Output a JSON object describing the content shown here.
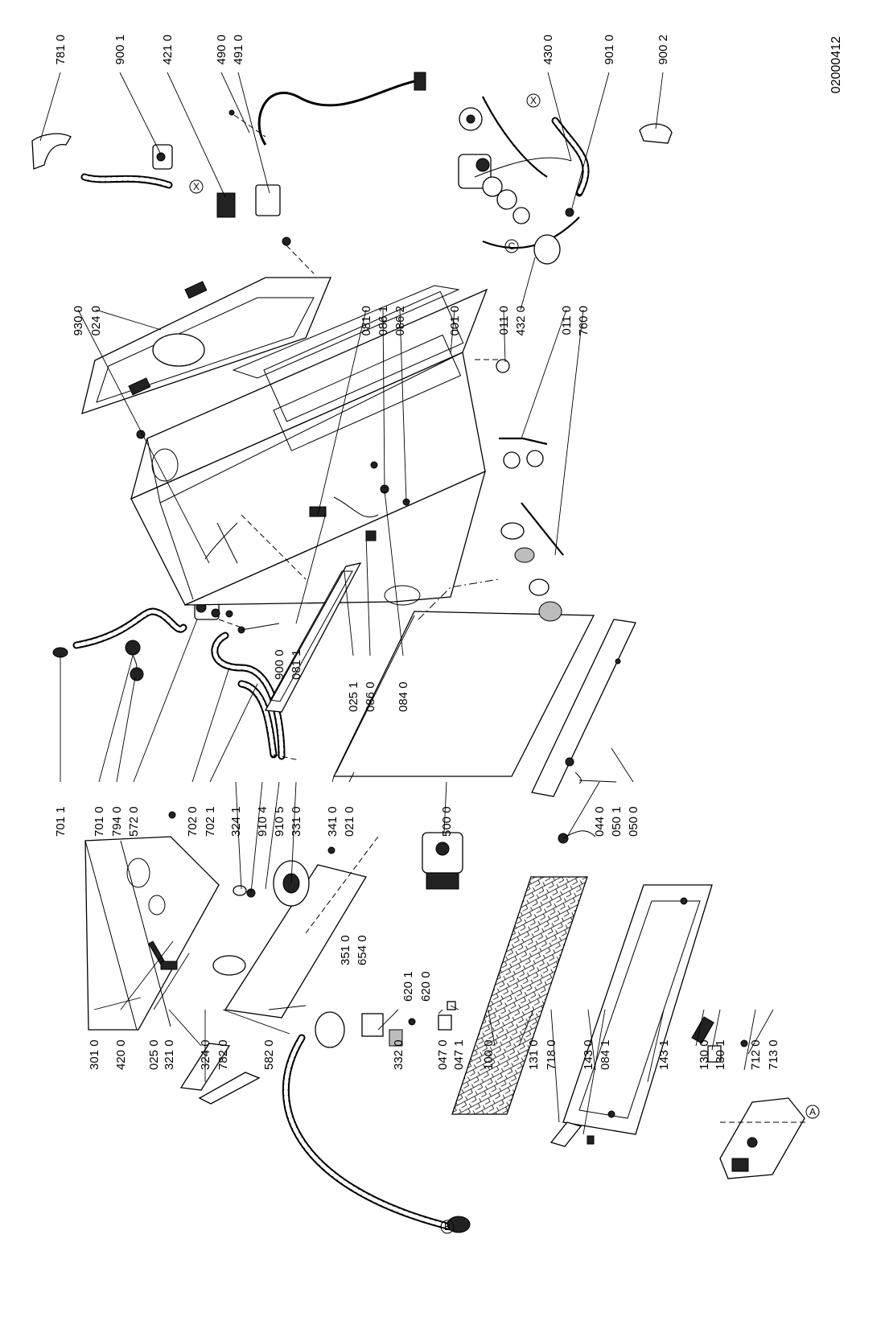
{
  "document_id": "02000412",
  "callout_markers": [
    "A",
    "B",
    "C",
    "X",
    "X"
  ],
  "part_numbers": {
    "left_column": [
      "301 0",
      "420 0",
      "025 0",
      "321 0",
      "324 0",
      "782 0",
      "582 0",
      "332 0",
      "047 0",
      "047 1",
      "100 0",
      "131 0",
      "718 0",
      "143 0",
      "084 1",
      "143 1",
      "130 0",
      "130 1",
      "712 0",
      "713 0"
    ],
    "middle_column": [
      "701 1",
      "701 0",
      "794 0",
      "572 0",
      "702 0",
      "702 1",
      "324 1",
      "910 4",
      "910 5",
      "331 0",
      "341 0",
      "021 0",
      "500 0",
      "351 0",
      "654 0",
      "620 1",
      "620 0",
      "044 0",
      "050 1",
      "050 0",
      "900 0",
      "081 1",
      "025 1",
      "086 0",
      "084 0"
    ],
    "top_right": [
      "930 0",
      "024 0",
      "081 0",
      "086 1",
      "086 2",
      "001 0",
      "011 0",
      "432 0",
      "011 0",
      "760 0",
      "781 0",
      "900 1",
      "421 0",
      "490 0",
      "491 0",
      "430 0",
      "901 0",
      "900 2"
    ]
  }
}
